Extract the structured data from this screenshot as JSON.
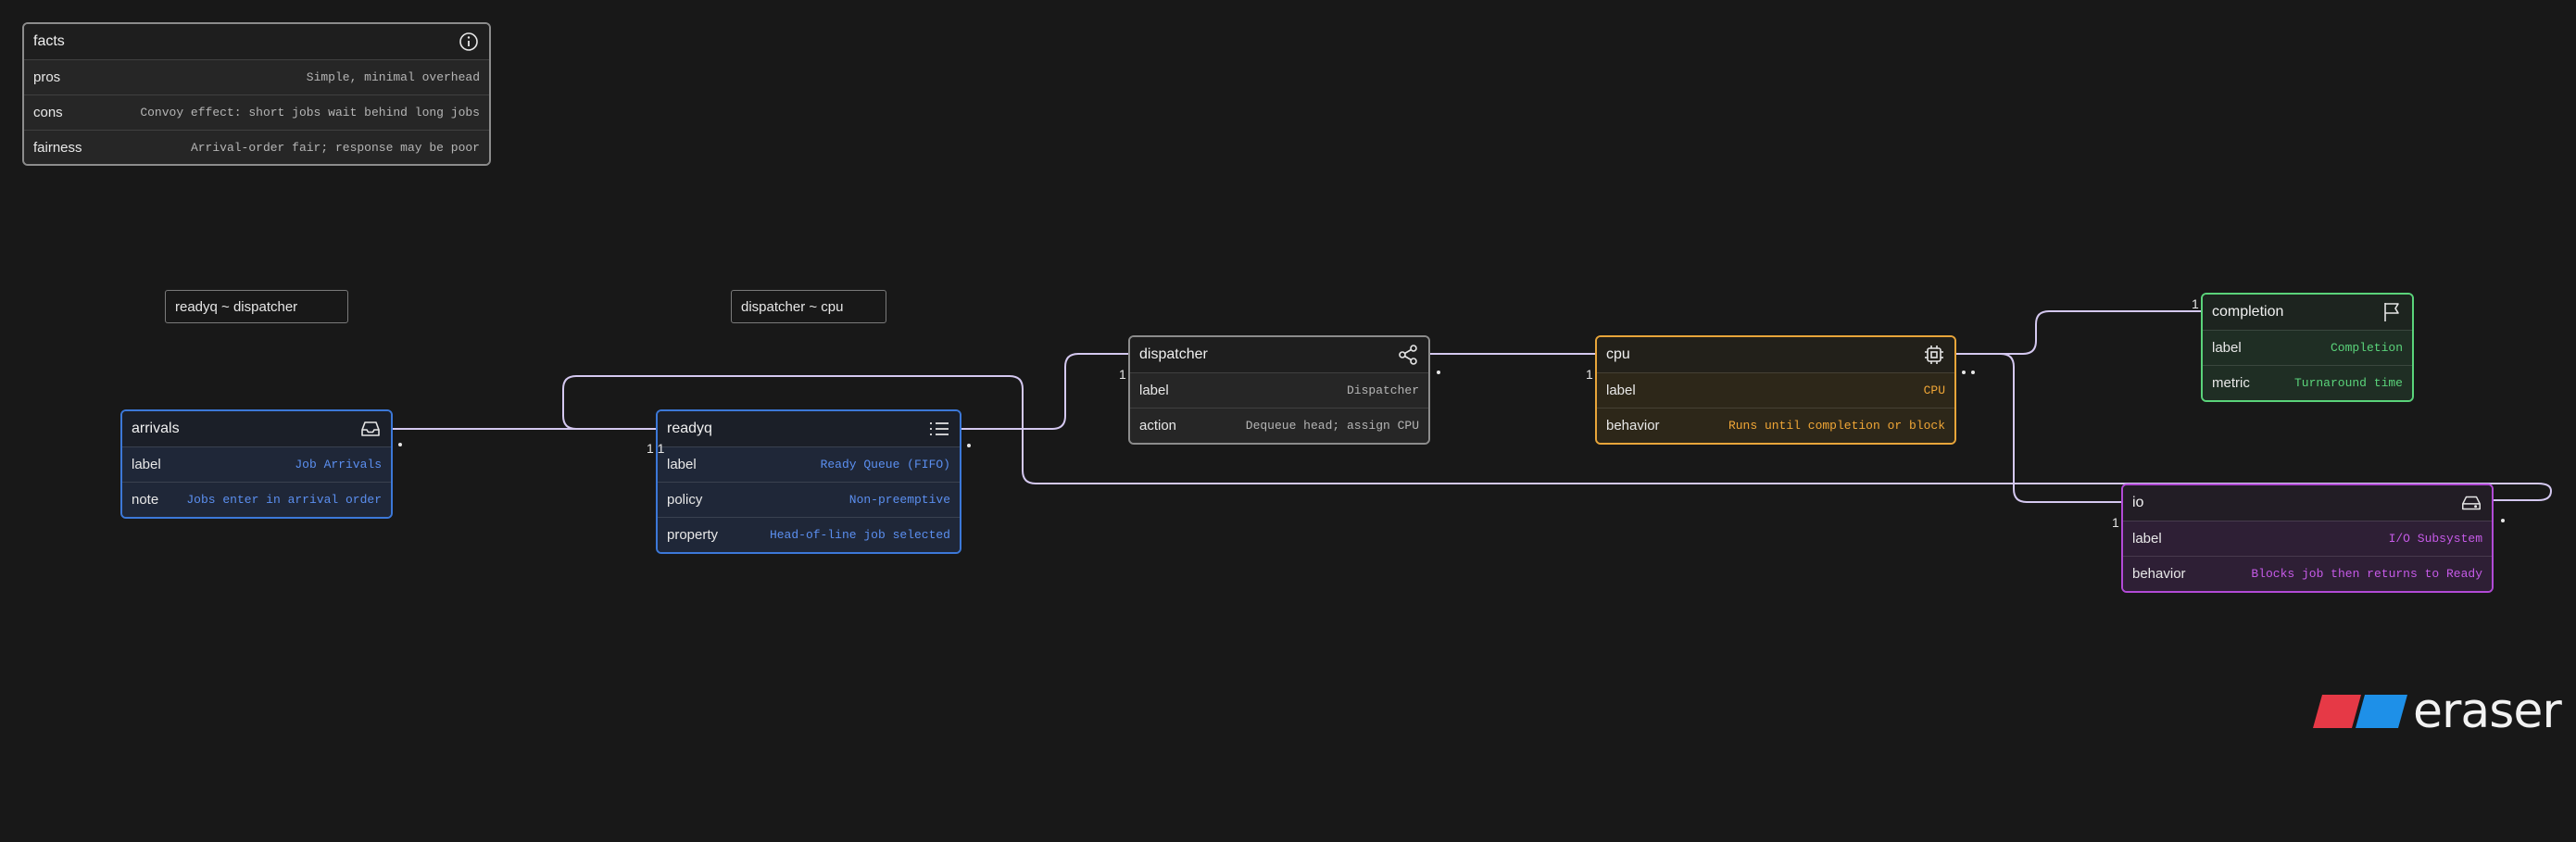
{
  "facts": {
    "title": "facts",
    "icon": "info-icon",
    "rows": [
      {
        "key": "pros",
        "value": "Simple, minimal overhead"
      },
      {
        "key": "cons",
        "value": "Convoy effect: short jobs wait behind long jobs"
      },
      {
        "key": "fairness",
        "value": "Arrival-order fair; response may be poor"
      }
    ]
  },
  "edge_labels": {
    "readyq_dispatcher": "readyq ~ dispatcher",
    "dispatcher_cpu": "dispatcher ~ cpu"
  },
  "entities": {
    "arrivals": {
      "title": "arrivals",
      "icon": "inbox-icon",
      "color": "#3c78d8",
      "rows": [
        {
          "key": "label",
          "value": "Job Arrivals"
        },
        {
          "key": "note",
          "value": "Jobs enter in arrival order"
        }
      ]
    },
    "readyq": {
      "title": "readyq",
      "icon": "list-icon",
      "color": "#3c78d8",
      "rows": [
        {
          "key": "label",
          "value": "Ready Queue (FIFO)"
        },
        {
          "key": "policy",
          "value": "Non-preemptive"
        },
        {
          "key": "property",
          "value": "Head-of-line job selected"
        }
      ]
    },
    "dispatcher": {
      "title": "dispatcher",
      "icon": "share-icon",
      "color": "#8c8c8c",
      "rows": [
        {
          "key": "label",
          "value": "Dispatcher"
        },
        {
          "key": "action",
          "value": "Dequeue head; assign CPU"
        }
      ]
    },
    "cpu": {
      "title": "cpu",
      "icon": "cpu-icon",
      "color": "#e8a53a",
      "rows": [
        {
          "key": "label",
          "value": "CPU"
        },
        {
          "key": "behavior",
          "value": "Runs until completion or block"
        }
      ]
    },
    "completion": {
      "title": "completion",
      "icon": "flag-icon",
      "color": "#5ad37a",
      "rows": [
        {
          "key": "label",
          "value": "Completion"
        },
        {
          "key": "metric",
          "value": "Turnaround time"
        }
      ]
    },
    "io": {
      "title": "io",
      "icon": "hard-drive-icon",
      "color": "#b24ad6",
      "rows": [
        {
          "key": "label",
          "value": "I/O Subsystem"
        },
        {
          "key": "behavior",
          "value": "Blocks job then returns to Ready"
        }
      ]
    }
  },
  "cardinality": {
    "one": "1",
    "one_one": "1 1"
  },
  "brand": {
    "name": "eraser",
    "colors": [
      "#e63946",
      "#1e90e8"
    ]
  }
}
